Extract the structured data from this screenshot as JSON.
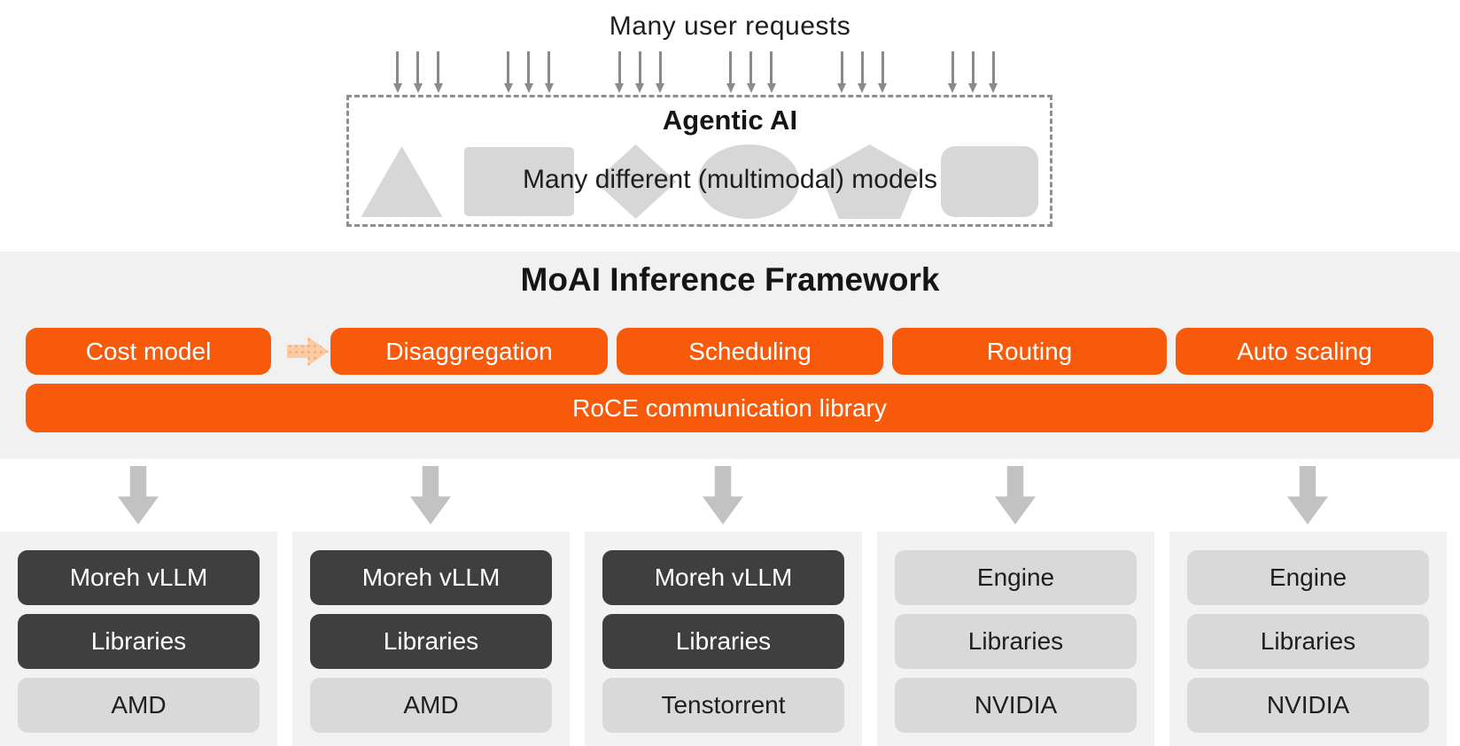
{
  "top": {
    "requests_label": "Many user requests",
    "agentic_title": "Agentic AI",
    "agentic_subtitle": "Many different (multimodal) models",
    "model_shapes": [
      "triangle",
      "square",
      "diamond",
      "ellipse",
      "pentagon",
      "rounded-square"
    ]
  },
  "framework": {
    "title": "MoAI Inference Framework",
    "pipeline": [
      "Cost model",
      "Disaggregation",
      "Scheduling",
      "Routing",
      "Auto scaling"
    ],
    "base_bar": "RoCE communication library"
  },
  "stacks": [
    {
      "engine": "Moreh vLLM",
      "libraries": "Libraries",
      "hardware": "AMD"
    },
    {
      "engine": "Moreh vLLM",
      "libraries": "Libraries",
      "hardware": "AMD"
    },
    {
      "engine": "Moreh vLLM",
      "libraries": "Libraries",
      "hardware": "Tenstorrent"
    },
    {
      "engine": "Engine",
      "libraries": "Libraries",
      "hardware": "NVIDIA"
    },
    {
      "engine": "Engine",
      "libraries": "Libraries",
      "hardware": "NVIDIA"
    }
  ],
  "colors": {
    "accent_orange": "#F75A0A",
    "flow_arrow_orange": "#FACBA4",
    "band_background": "#F1F1F1",
    "stack_background": "#F2F2F2",
    "dark_box": "#3F3F3F",
    "light_box": "#D9D9D9",
    "shape_gray": "#D7D7D7",
    "down_arrow_gray": "#C2C2C2",
    "request_arrow_gray": "#8A8A8A",
    "text_dark": "#1E1E1E"
  }
}
